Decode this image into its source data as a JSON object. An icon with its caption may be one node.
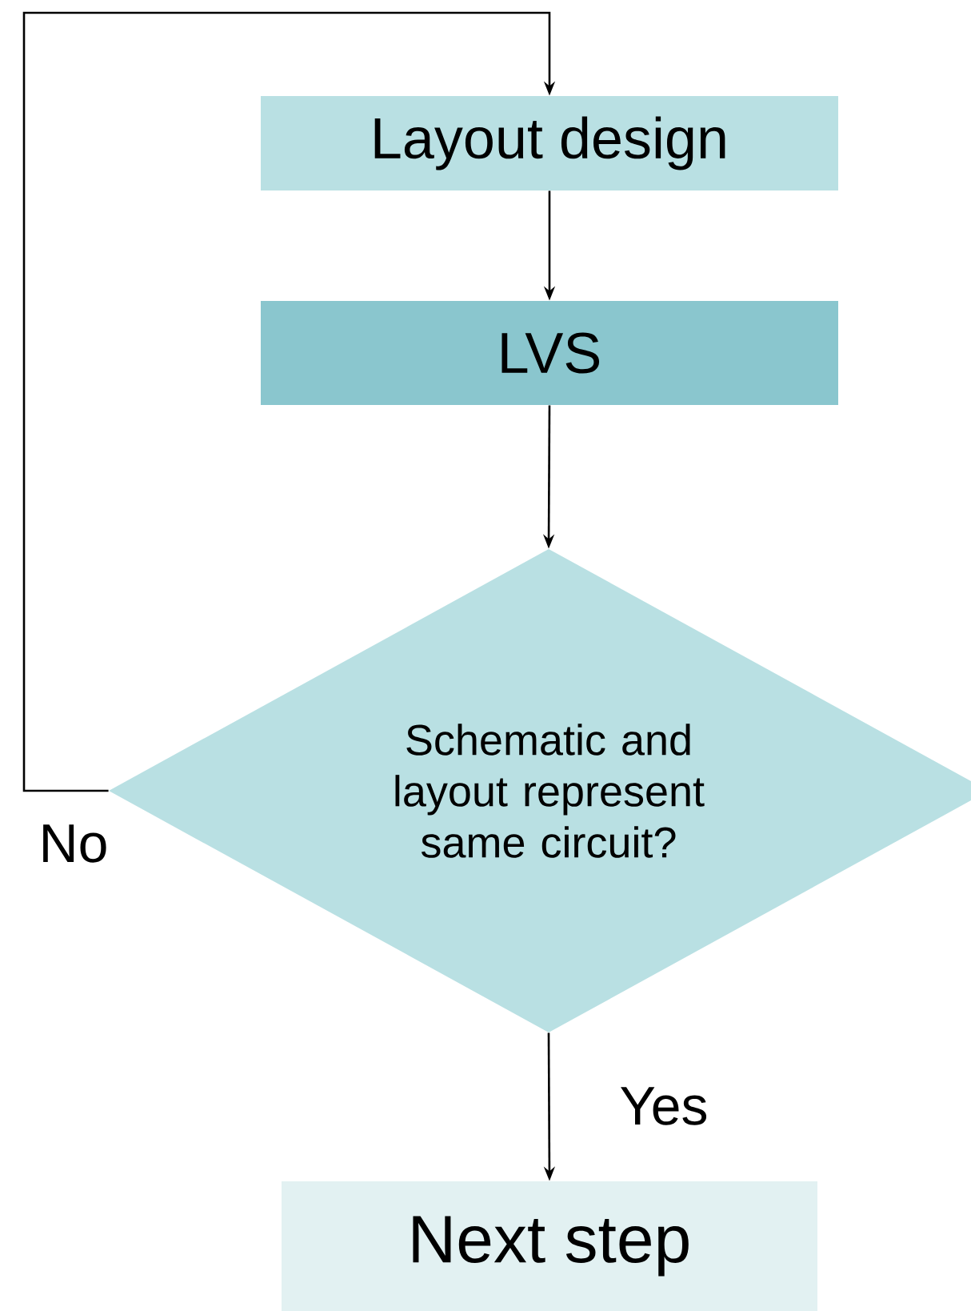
{
  "diagram": {
    "nodes": [
      {
        "text": [
          "Layout design"
        ]
      },
      {
        "text": [
          "LVS"
        ]
      },
      {
        "text": [
          "Schematic and layout represent same circuit?"
        ]
      },
      {
        "text": [
          "Next step"
        ]
      }
    ],
    "edges": [
      {
        "from": 0,
        "to": 1,
        "arrow": "to"
      },
      {
        "from": 1,
        "to": 2,
        "arrow": "to"
      },
      {
        "from": 2,
        "to": 3,
        "arrow": "to",
        "label": "Yes"
      },
      {
        "from": 2,
        "to": 0,
        "arrow": "to",
        "label": "No"
      }
    ]
  }
}
